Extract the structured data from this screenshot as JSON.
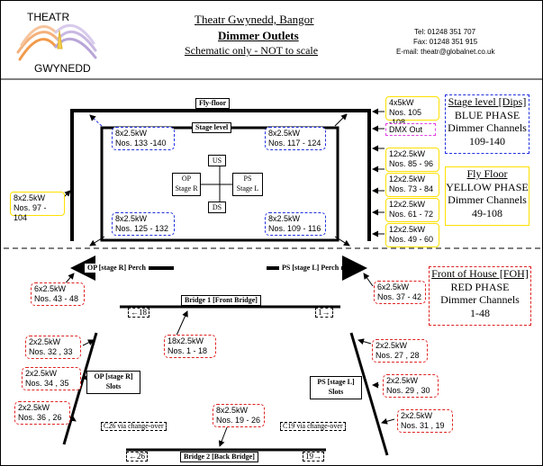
{
  "header": {
    "logo_top": "THEATR",
    "logo_bottom": "GWYNEDD",
    "title": "Theatr Gwynedd, Bangor",
    "subtitle": "Dimmer Outlets",
    "note": "Schematic only - NOT to scale",
    "tel": "Tel: 01248 351 707",
    "fax": "Fax: 01248 351 915",
    "email": "E-mail: theatr@globalnet.co.uk"
  },
  "colors": {
    "yellow": "#ffe100",
    "blue": "#2030e0",
    "red": "#e02020",
    "magenta": "#e040e0"
  },
  "stage": {
    "fly_floor_label": "Fly-floor",
    "stage_level_label": "Stage level",
    "us": "US",
    "ds": "DS",
    "op": [
      "OP",
      "Stage R"
    ],
    "ps": [
      "PS",
      "Stage L"
    ],
    "blue_tl": [
      "8x2.5kW",
      "Nos. 133 -140"
    ],
    "blue_tr": [
      "8x2.5kW",
      "Nos. 117 - 124"
    ],
    "blue_bl": [
      "8x2.5kW",
      "Nos. 125 - 132"
    ],
    "blue_br": [
      "8x2.5kW",
      "Nos. 109 - 116"
    ],
    "left_fly": [
      "8x2.5kW",
      "Nos. 97 - 104"
    ],
    "right_fly": [
      [
        "4x5kW",
        "Nos. 105 -108"
      ],
      [
        "12x2.5kW",
        "Nos. 85 - 96"
      ],
      [
        "12x2.5kW",
        "Nos. 73 - 84"
      ],
      [
        "12x2.5kW",
        "Nos. 61 - 72"
      ],
      [
        "12x2.5kW",
        "Nos. 49 - 60"
      ]
    ],
    "dmx": "DMX Out"
  },
  "legend": {
    "stage": {
      "title": "Stage level [Dips]",
      "phase": "BLUE PHASE",
      "l3": "Dimmer Channels",
      "l4": "109-140"
    },
    "fly": {
      "title": "Fly Floor",
      "phase": "YELLOW PHASE",
      "l3": "Dimmer Channels",
      "l4": "49-108"
    },
    "foh": {
      "title": "Front of House [FOH]",
      "phase": "RED PHASE",
      "l3": "Dimmer Channels",
      "l4": "1-48"
    }
  },
  "foh": {
    "op_perch": "OP [stage R] Perch",
    "ps_perch": "PS [stage L] Perch",
    "bridge1": "Bridge 1 [Front Bridge]",
    "bridge2": "Bridge 2 [Back Bridge]",
    "op_slots": [
      "OP [stage R]",
      "Slots"
    ],
    "ps_slots": [
      "PS [stage L]",
      "Slots"
    ],
    "b1_left": "18",
    "b1_right": "1",
    "b2_left": "26",
    "b2_right": "19",
    "c26": "C26 via change-over",
    "c19": "C19 via change-over",
    "op_perch_box": [
      "6x2.5kW",
      "Nos. 43 - 48"
    ],
    "ps_perch_box": [
      "6x2.5kW",
      "Nos. 37 - 42"
    ],
    "bridge1_box": [
      "18x2.5kW",
      "Nos. 1 - 18"
    ],
    "bridge2_box": [
      "8x2.5kW",
      "Nos. 19 - 26"
    ],
    "left_boxes": [
      [
        "2x2.5kW",
        "Nos. 32 , 33"
      ],
      [
        "2x2.5kW",
        "Nos. 34 , 35"
      ],
      [
        "2x2.5kW",
        "Nos. 36 , 26"
      ]
    ],
    "right_boxes": [
      [
        "2x2.5kW",
        "Nos. 27 , 28"
      ],
      [
        "2x2.5kW",
        "Nos. 29 , 30"
      ],
      [
        "2x2.5kW",
        "Nos. 31 , 19"
      ]
    ]
  }
}
